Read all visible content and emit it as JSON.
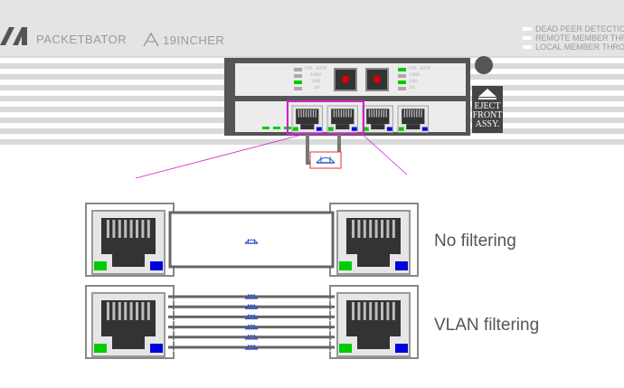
{
  "header": {
    "brand": "PACKETBATOR",
    "model": "19INCHER"
  },
  "indicators": [
    {
      "label": "DEAD PEER DETECTION"
    },
    {
      "label": "REMOTE MEMBER THRO"
    },
    {
      "label": "LOCAL MEMBER THRO"
    }
  ],
  "port_panel_leds": [
    "CPE AUTH",
    "1000",
    "100",
    "10"
  ],
  "eject": [
    "EJECT",
    "FRONT",
    "ASSY."
  ],
  "colors": {
    "link_led": "#00cc00",
    "activity_led": "#0000dd",
    "highlight": "#d020d0",
    "callout_red": "#e03030",
    "bridge_icon": "#3355cc",
    "reset_button": "#e00000"
  },
  "modes": [
    {
      "label": "No filtering",
      "bridge_count": 1
    },
    {
      "label": "VLAN filtering",
      "bridge_count": 6
    }
  ]
}
